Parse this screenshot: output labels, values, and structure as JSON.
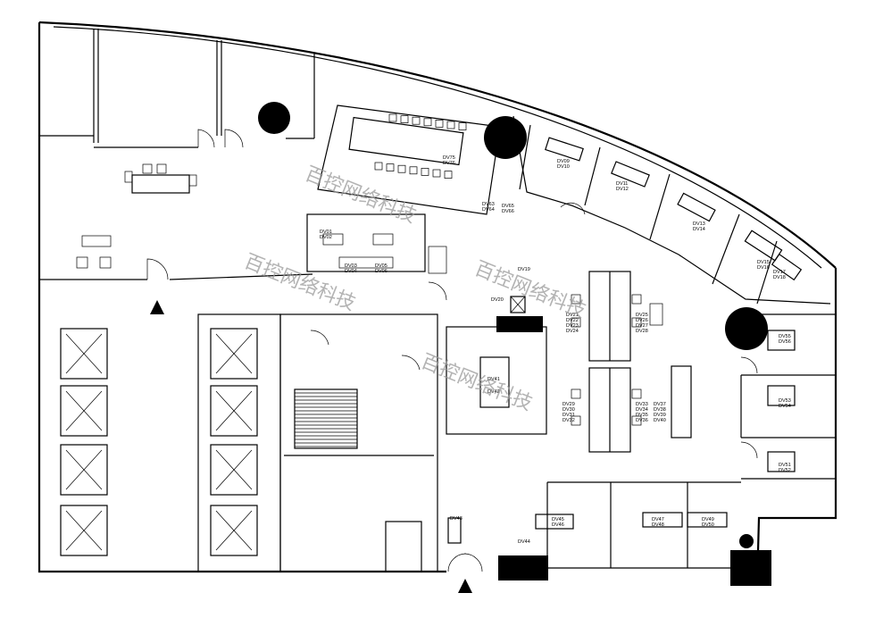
{
  "watermark": "百控网络科技",
  "labels": {
    "dv01": "DV01",
    "dv02": "DV02",
    "dv03": "DV03",
    "dv04": "DV04",
    "dv05": "DV05",
    "dv06": "DV06",
    "dv09": "DV09",
    "dv10": "DV10",
    "dv11": "DV11",
    "dv12": "DV12",
    "dv13": "DV13",
    "dv14": "DV14",
    "dv15": "DV15",
    "dv16": "DV16",
    "dv17": "DV17",
    "dv18": "DV18",
    "dv19": "DV19",
    "dv20": "DV20",
    "dv21": "DV21",
    "dv22": "DV22",
    "dv23": "DV23",
    "dv24": "DV24",
    "dv25": "DV25",
    "dv26": "DV26",
    "dv27": "DV27",
    "dv28": "DV28",
    "dv29": "DV29",
    "dv30": "DV30",
    "dv31": "DV31",
    "dv32": "DV32",
    "dv33": "DV33",
    "dv34": "DV34",
    "dv35": "DV35",
    "dv36": "DV36",
    "dv37": "DV37",
    "dv38": "DV38",
    "dv39": "DV39",
    "dv40": "DV40",
    "dv41": "DV41",
    "dv42": "DV42",
    "dv43": "DV43",
    "dv44": "DV44",
    "dv45": "DV45",
    "dv46": "DV46",
    "dv47": "DV47",
    "dv48": "DV48",
    "dv49": "DV49",
    "dv50": "DV50",
    "dv51": "DV51",
    "dv52": "DV52",
    "dv53": "DV53",
    "dv54": "DV54",
    "dv55": "DV55",
    "dv56": "DV56",
    "dv63": "DV63",
    "dv64": "DV64",
    "dv65": "DV65",
    "dv66": "DV66",
    "dv75": "DV75",
    "dv76": "DV76"
  }
}
